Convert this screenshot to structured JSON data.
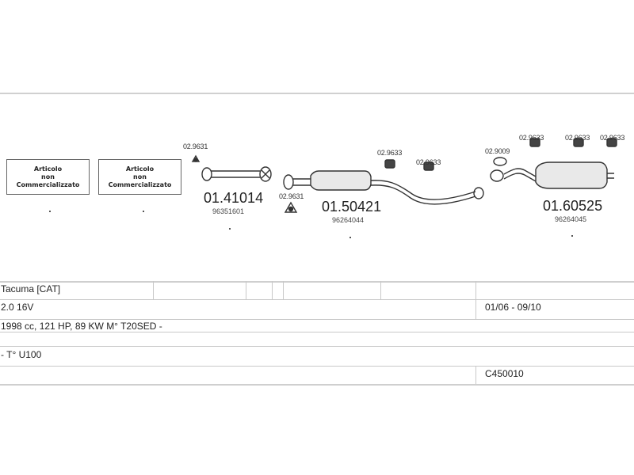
{
  "diagram": {
    "boxes": [
      {
        "line1": "Articolo",
        "line2": "non",
        "line3": "Commercializzato"
      },
      {
        "line1": "Articolo",
        "line2": "non",
        "line3": "Commercializzato"
      }
    ],
    "parts": [
      {
        "code": "01.41014",
        "oem": "96351601"
      },
      {
        "code": "01.50421",
        "oem": "96264044"
      },
      {
        "code": "01.60525",
        "oem": "96264045"
      }
    ],
    "fittings": {
      "f1": "02.9631",
      "f2": "02.9631",
      "f3": "02.9633",
      "f4": "02.9633",
      "f5": "02.9009",
      "f6": "02.9633",
      "f7": "02.9633",
      "f8": "02.9633"
    }
  },
  "table": {
    "model": "Tacuma  [CAT]",
    "engine": "2.0 16V",
    "period": "01/06 - 09/10",
    "specs": "1998 cc, 121 HP, 89 KW M° T20SED -",
    "type": "- T° U100",
    "code": "C450010"
  }
}
